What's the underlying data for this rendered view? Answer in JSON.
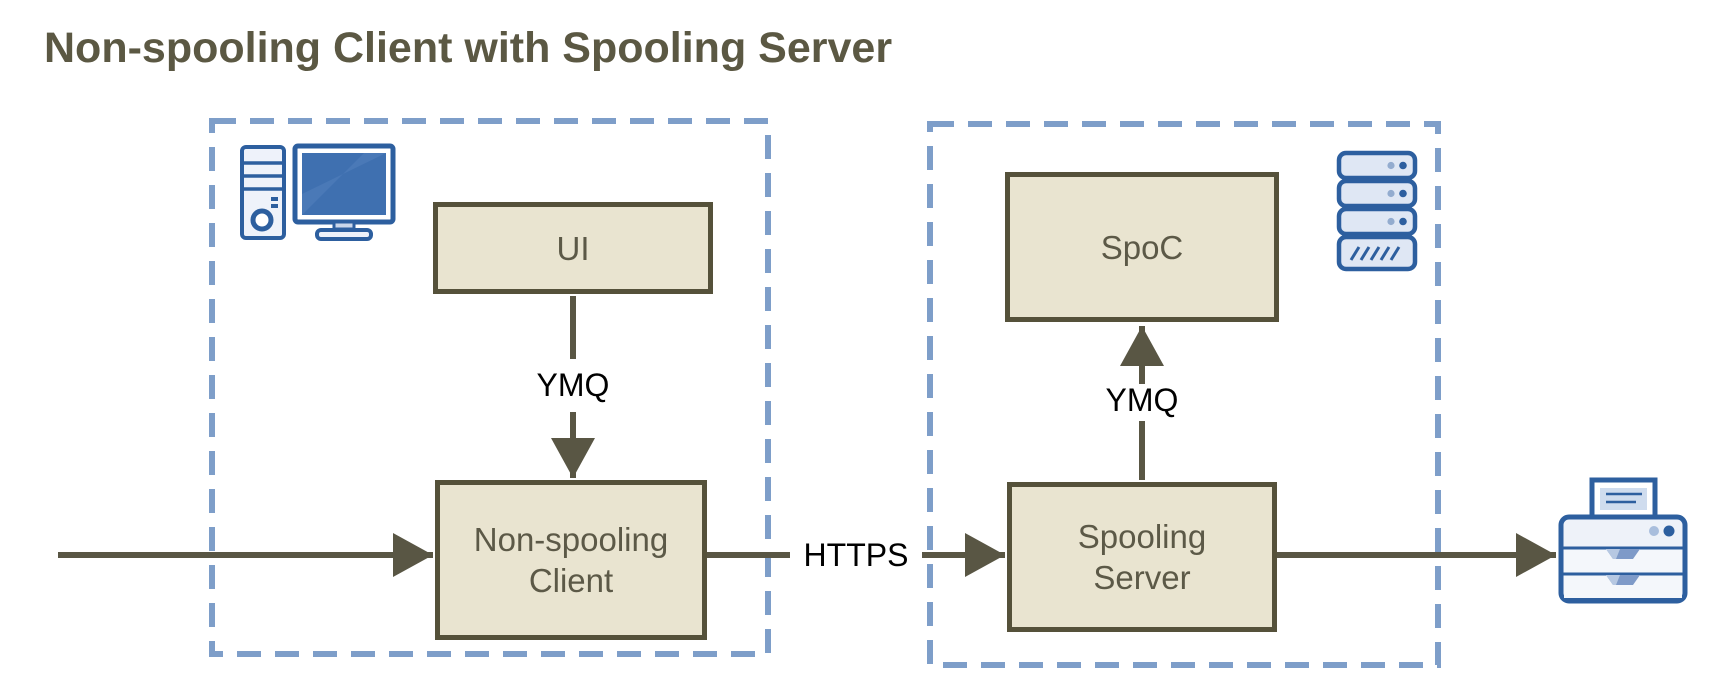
{
  "title": "Non-spooling Client with Spooling Server",
  "diagram_type": "architecture-diagram",
  "containers": [
    {
      "id": "client-host",
      "icon": "desktop-computer-icon"
    },
    {
      "id": "server-host",
      "icon": "rack-server-icon"
    }
  ],
  "nodes": {
    "ui": {
      "label": "UI"
    },
    "client": {
      "label": "Non-spooling Client"
    },
    "spoc": {
      "label": "SpoC"
    },
    "server": {
      "label": "Spooling Server"
    }
  },
  "edges": [
    {
      "id": "inbound-to-client",
      "from": "external",
      "to": "client",
      "label": ""
    },
    {
      "id": "ui-to-client",
      "from": "ui",
      "to": "client",
      "label": "YMQ"
    },
    {
      "id": "client-to-server",
      "from": "client",
      "to": "server",
      "label": "HTTPS"
    },
    {
      "id": "server-to-spoc",
      "from": "server",
      "to": "spoc",
      "label": "YMQ"
    },
    {
      "id": "server-to-printer",
      "from": "server",
      "to": "printer",
      "label": ""
    }
  ],
  "icons": {
    "client_host": "desktop-computer-icon",
    "server_host": "rack-server-icon",
    "output_device": "printer-icon"
  },
  "colors": {
    "background": "#ffffff",
    "title_text": "#5b5843",
    "node_fill": "#e9e4d0",
    "node_border": "#55513a",
    "node_text": "#5c5947",
    "connector": "#595644",
    "edge_label_text": "#000000",
    "container_dash": "#7e9ec9",
    "icon_stroke": "#2d5f9f",
    "icon_fill": "#eaeff8",
    "icon_screen_fill": "#3a6cae"
  }
}
